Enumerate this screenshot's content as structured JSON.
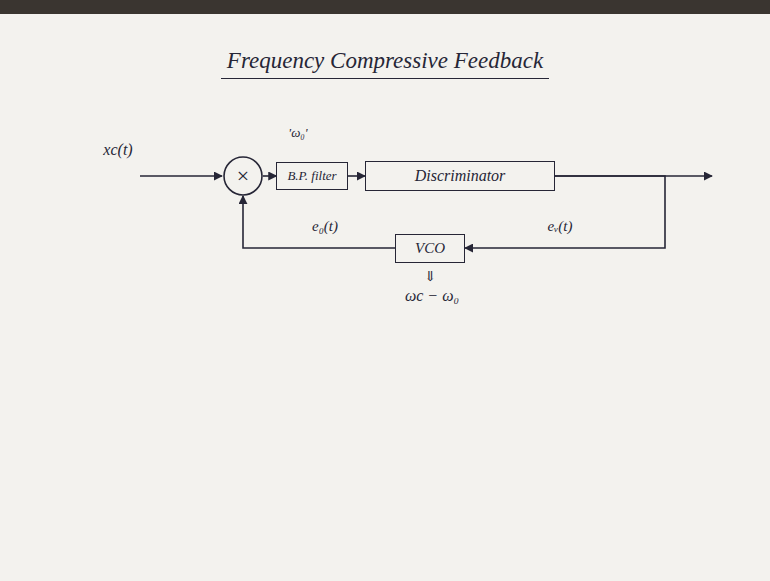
{
  "diagram": {
    "title": "Frequency Compressive Feedback",
    "nodes": [
      {
        "text": [
          "×"
        ]
      },
      {
        "text": [
          "B.P. filter"
        ]
      },
      {
        "text": [
          "Discriminator"
        ]
      },
      {
        "text": [
          "VCO"
        ]
      }
    ],
    "edges": [
      {
        "from": 0,
        "to": 1,
        "arrow": "to"
      },
      {
        "from": 1,
        "to": 2,
        "arrow": "to"
      },
      {
        "from": 2,
        "to": 3,
        "label": "eᵥ(t)",
        "arrow": "to"
      },
      {
        "from": 3,
        "to": 0,
        "label": "e₀(t)",
        "arrow": "to"
      }
    ],
    "labels": [
      "xc(t)",
      "'ω₀'",
      "⇓",
      "ωc − ω₀"
    ]
  }
}
